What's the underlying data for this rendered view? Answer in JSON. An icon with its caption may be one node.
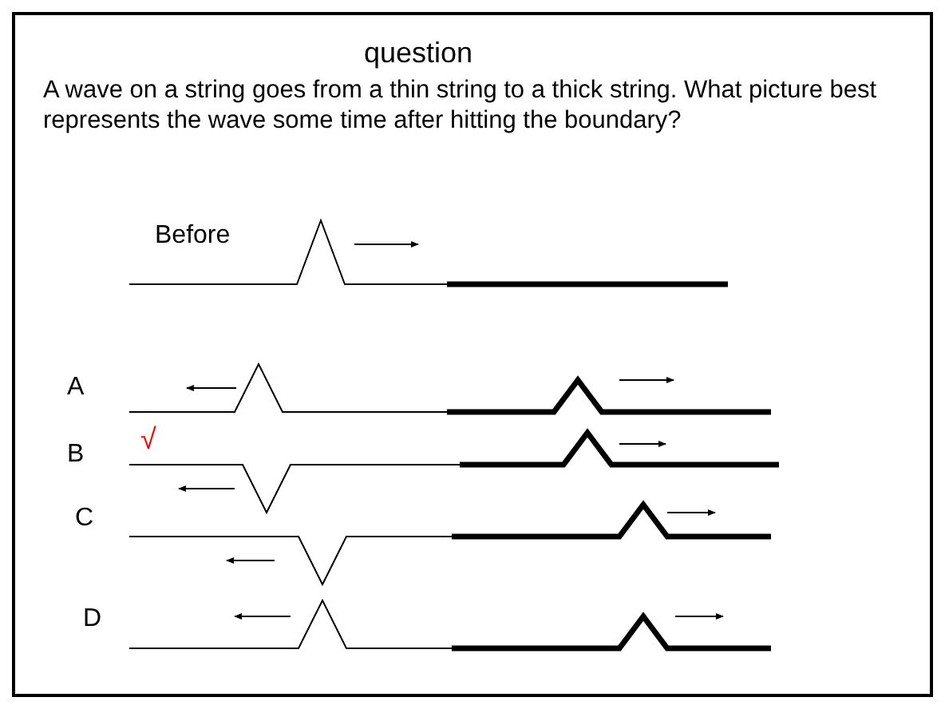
{
  "diagram": {
    "title": "question",
    "labels": [
      "A wave on a string goes from a thin string to a thick string. What picture best represents the wave some time after hitting the boundary?",
      "Before",
      "A",
      "B",
      "√",
      "C",
      "D"
    ]
  }
}
